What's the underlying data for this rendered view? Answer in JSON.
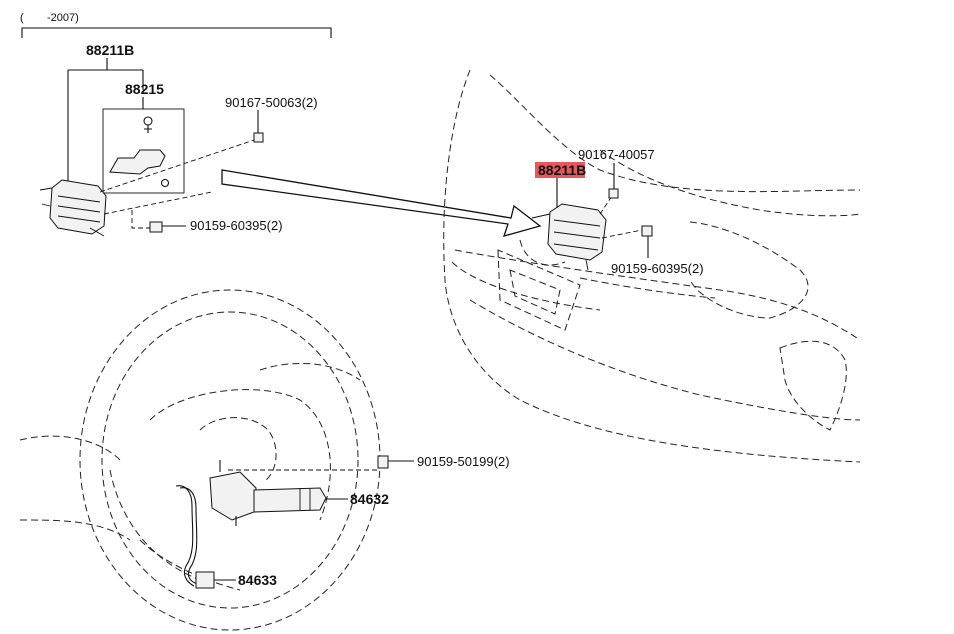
{
  "header": {
    "open_paren": "(",
    "range": "-2007)"
  },
  "parts": {
    "assembly_left": "88211B",
    "bracket": "88215",
    "bolt_top": "90167-50063(2)",
    "bolt_bottom_left": "90159-60395(2)",
    "assembly_right": "88211B",
    "bolt_right_top": "90167-40057",
    "bolt_right_bottom": "90159-60395(2)",
    "screw_steering": "90159-50199(2)",
    "switch": "84632",
    "harness": "84633"
  },
  "colors": {
    "highlight": "#e8575c",
    "line": "#111111"
  }
}
